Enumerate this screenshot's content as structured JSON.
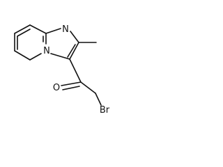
{
  "molecule": {
    "atoms": {
      "n_imine": "N",
      "n_bridge": "N",
      "carbonyl_o": "O",
      "bromine": "Br"
    }
  }
}
